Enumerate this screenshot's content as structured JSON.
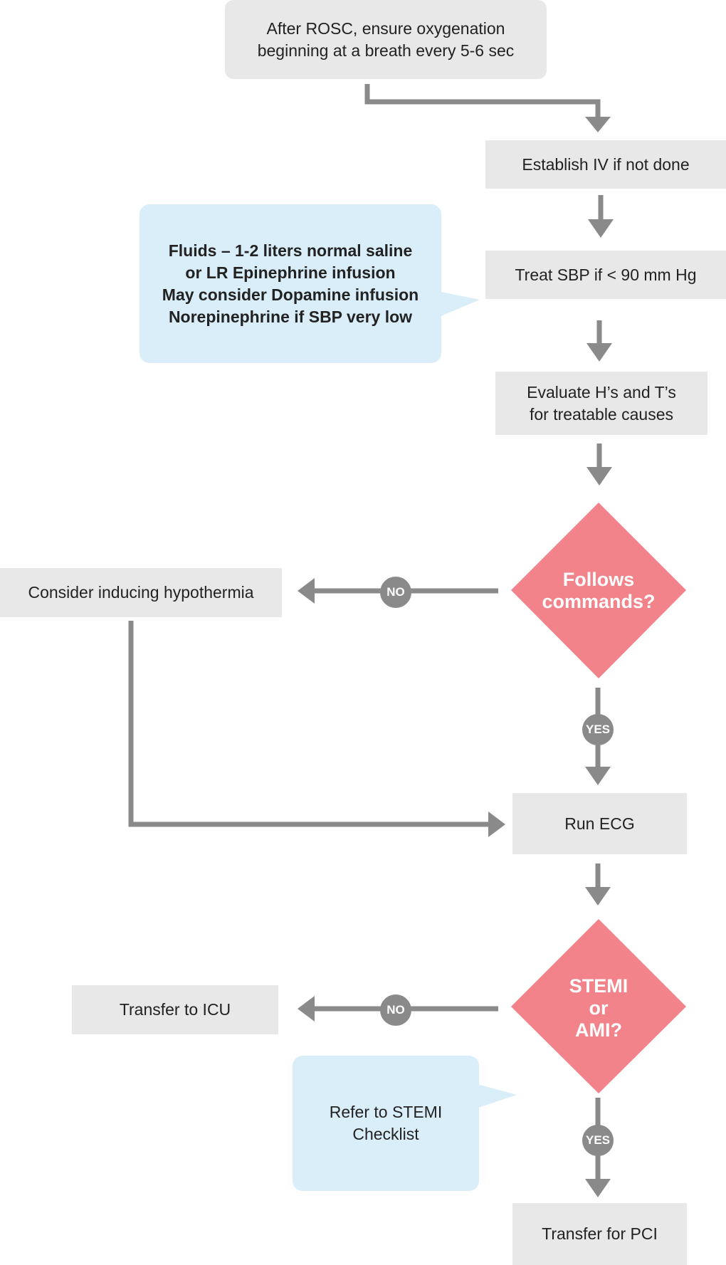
{
  "colors": {
    "connector": "#8a8a8a",
    "process_box": "#e8e8e8",
    "note_box": "#d9eef9",
    "decision": "#f2838a",
    "decision_text": "#ffffff",
    "tag": "#8a8a8a"
  },
  "steps": {
    "oxygenation": [
      "After ROSC, ensure oxygenation",
      "beginning at a breath every 5-6 sec"
    ],
    "establish_iv": "Establish IV if not done",
    "treat_sbp": "Treat SBP if < 90 mm Hg",
    "evaluate": [
      "Evaluate H’s and T’s",
      "for treatable causes"
    ],
    "hypothermia": "Consider inducing hypothermia",
    "run_ecg": "Run ECG",
    "transfer_icu": "Transfer to ICU",
    "transfer_pci": "Transfer for PCI"
  },
  "notes": {
    "fluids": [
      "Fluids – 1-2 liters normal saline",
      "or LR Epinephrine infusion",
      "May consider Dopamine infusion",
      "Norepinephrine if SBP very low"
    ],
    "stemi_checklist": [
      "Refer to STEMI",
      "Checklist"
    ]
  },
  "decisions": {
    "follows_commands": [
      "Follows",
      "commands?"
    ],
    "stemi_ami": [
      "STEMI",
      "or",
      "AMI?"
    ]
  },
  "tags": {
    "no_1": "NO",
    "yes_1": "YES",
    "no_2": "NO",
    "yes_2": "YES"
  }
}
